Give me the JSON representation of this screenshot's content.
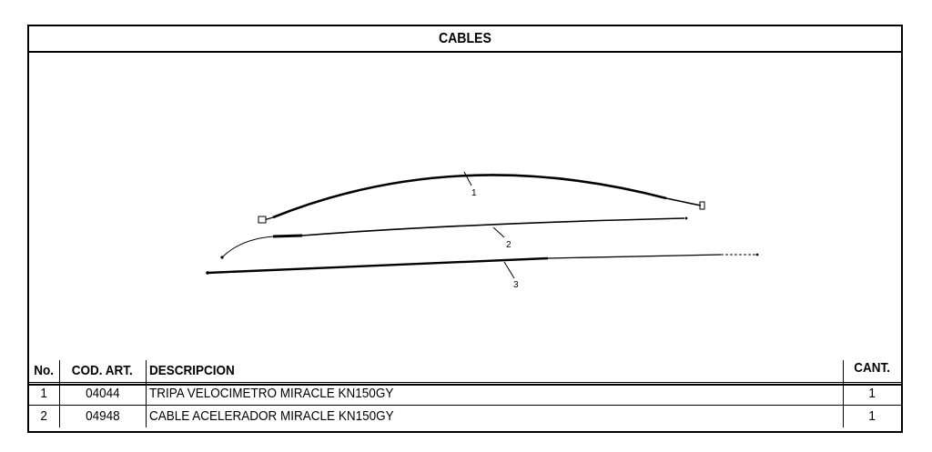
{
  "section_title": "CABLES",
  "callouts": [
    "1",
    "2",
    "3"
  ],
  "table": {
    "headers": {
      "no": "No.",
      "code": "COD. ART.",
      "description": "DESCRIPCION",
      "qty": "CANT."
    },
    "rows": [
      {
        "no": "1",
        "code": "04044",
        "description": "TRIPA VELOCIMETRO MIRACLE KN150GY",
        "qty": "1"
      },
      {
        "no": "2",
        "code": "04948",
        "description": "CABLE ACELERADOR MIRACLE KN150GY",
        "qty": "1"
      }
    ]
  }
}
